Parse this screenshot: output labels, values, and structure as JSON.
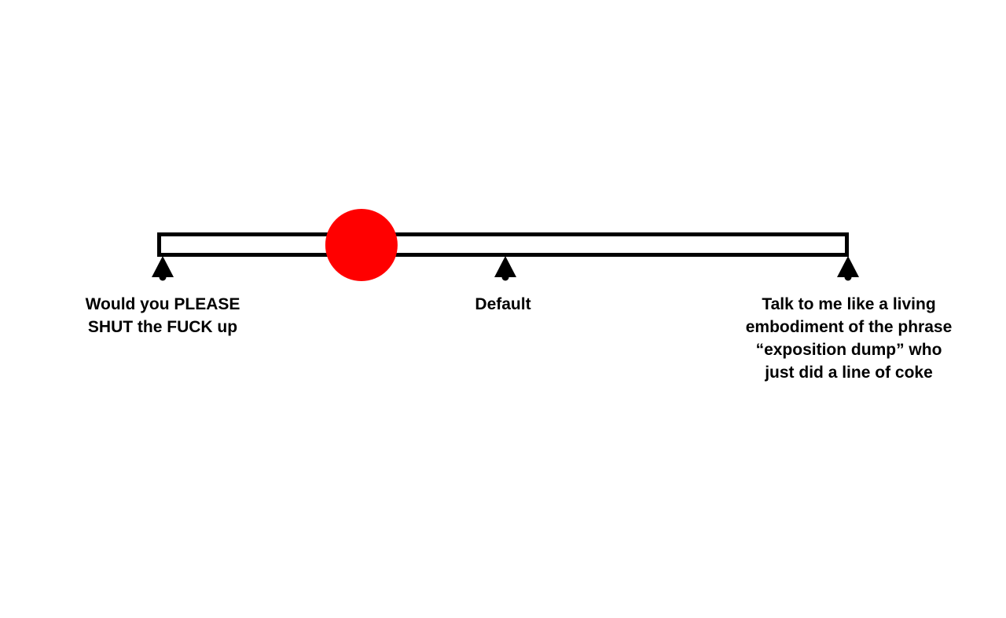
{
  "slider": {
    "value_fraction": 0.29,
    "knob_color": "#ff0000",
    "track_color": "#000000",
    "ticks": [
      {
        "position": 0.0,
        "label": "Would you PLEASE SHUT the FUCK up"
      },
      {
        "position": 0.5,
        "label": "Default"
      },
      {
        "position": 1.0,
        "label": "Talk to me like a living embodiment of the phrase “exposition dump” who just did a line of coke"
      }
    ]
  }
}
